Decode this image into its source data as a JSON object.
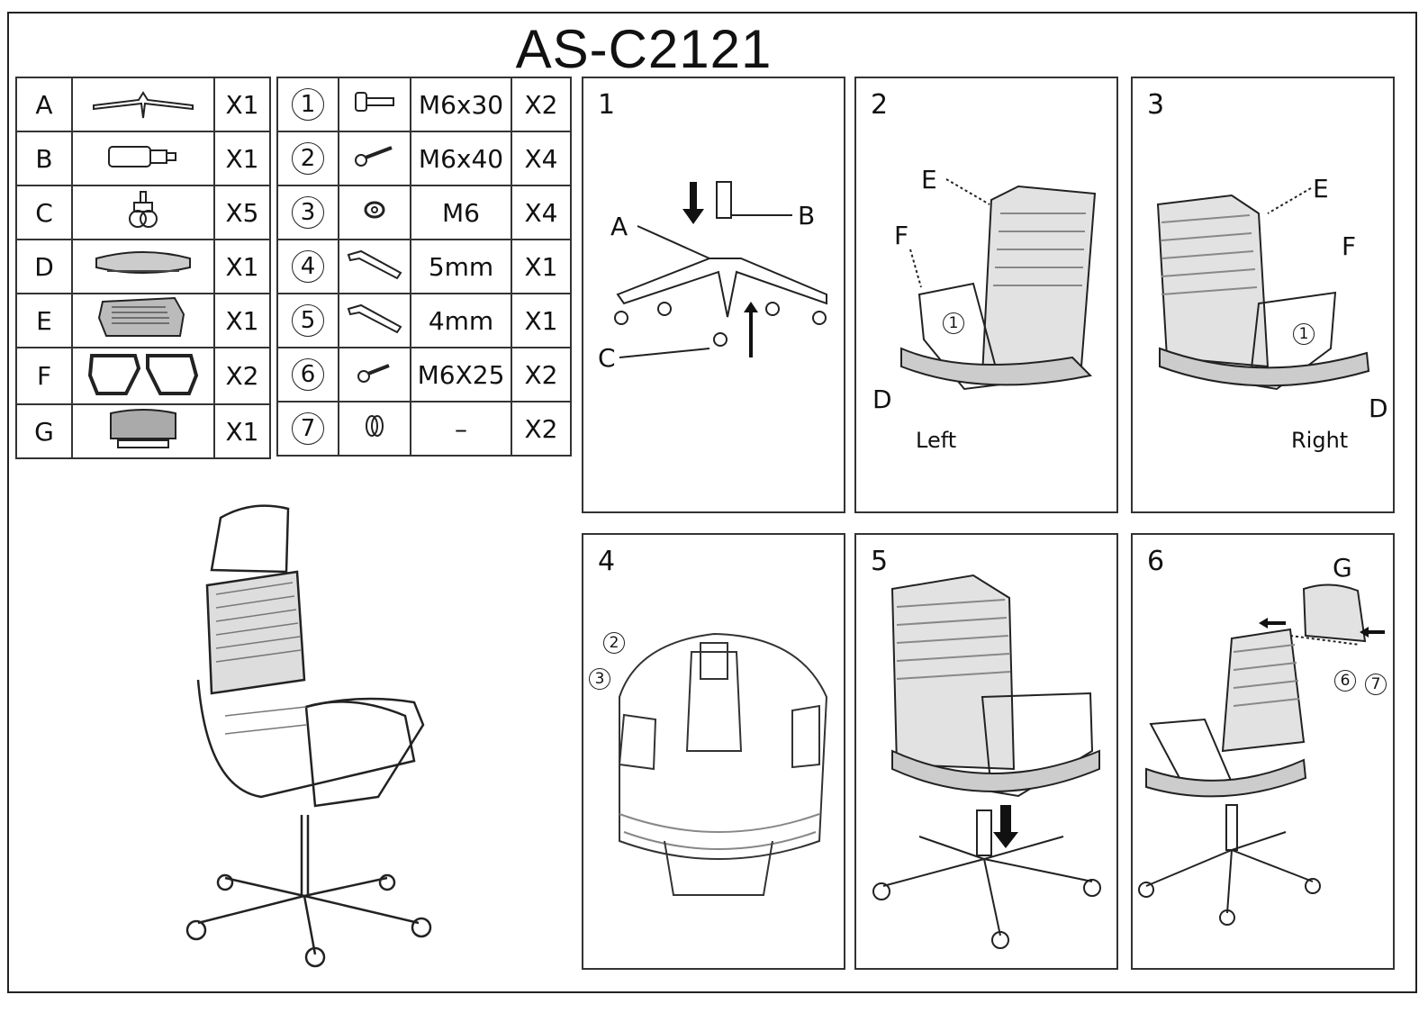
{
  "title": "AS-C2121",
  "parts_left": [
    {
      "letter": "A",
      "qty": "X1"
    },
    {
      "letter": "B",
      "qty": "X1"
    },
    {
      "letter": "C",
      "qty": "X5"
    },
    {
      "letter": "D",
      "qty": "X1"
    },
    {
      "letter": "E",
      "qty": "X1"
    },
    {
      "letter": "F",
      "qty": "X2"
    },
    {
      "letter": "G",
      "qty": "X1"
    }
  ],
  "parts_right": [
    {
      "num": "1",
      "spec": "M6x30",
      "qty": "X2"
    },
    {
      "num": "2",
      "spec": "M6x40",
      "qty": "X4"
    },
    {
      "num": "3",
      "spec": "M6",
      "qty": "X4"
    },
    {
      "num": "4",
      "spec": "5mm",
      "qty": "X1"
    },
    {
      "num": "5",
      "spec": "4mm",
      "qty": "X1"
    },
    {
      "num": "6",
      "spec": "M6X25",
      "qty": "X2"
    },
    {
      "num": "7",
      "spec": "–",
      "qty": "X2"
    }
  ],
  "steps": [
    {
      "num": "1",
      "labels": {
        "a": "A",
        "b": "B",
        "c": "C"
      }
    },
    {
      "num": "2",
      "labels": {
        "e": "E",
        "f": "F",
        "d": "D",
        "screw": "1"
      },
      "caption": "Left"
    },
    {
      "num": "3",
      "labels": {
        "e": "E",
        "f": "F",
        "d": "D",
        "screw": "1"
      },
      "caption": "Right"
    },
    {
      "num": "4",
      "labels": {
        "screw2": "2",
        "washer3": "3"
      }
    },
    {
      "num": "5"
    },
    {
      "num": "6",
      "labels": {
        "g": "G",
        "screw6": "6",
        "cap7": "7"
      }
    }
  ]
}
